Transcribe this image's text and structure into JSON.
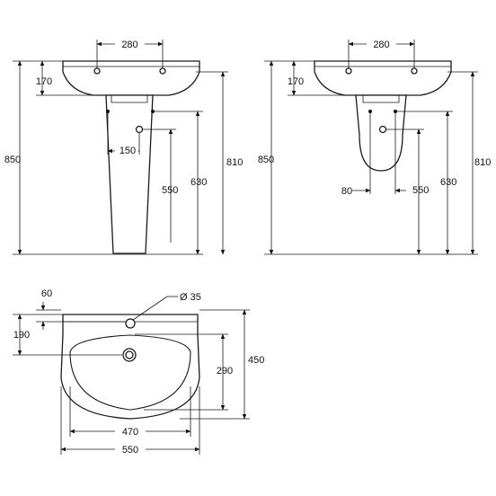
{
  "views": {
    "front_pedestal": {
      "tap_spacing": "280",
      "rim_to_floor": "850",
      "basin_depth": "170",
      "waste_height_right": "810",
      "waste_spread": "150",
      "pipe_height_low": "550",
      "pipe_height_mid": "630"
    },
    "front_semi_pedestal": {
      "tap_spacing": "280",
      "rim_to_floor": "850",
      "basin_depth": "170",
      "waste_height_right": "810",
      "trap_width": "80",
      "pipe_height_low": "550",
      "pipe_height_mid": "630"
    },
    "top_view": {
      "rim_depth": "60",
      "tap_hole_diameter": "Ø 35",
      "tap_setback": "190",
      "bowl_depth": "290",
      "overall_depth": "450",
      "bowl_width": "470",
      "overall_width": "550"
    }
  }
}
